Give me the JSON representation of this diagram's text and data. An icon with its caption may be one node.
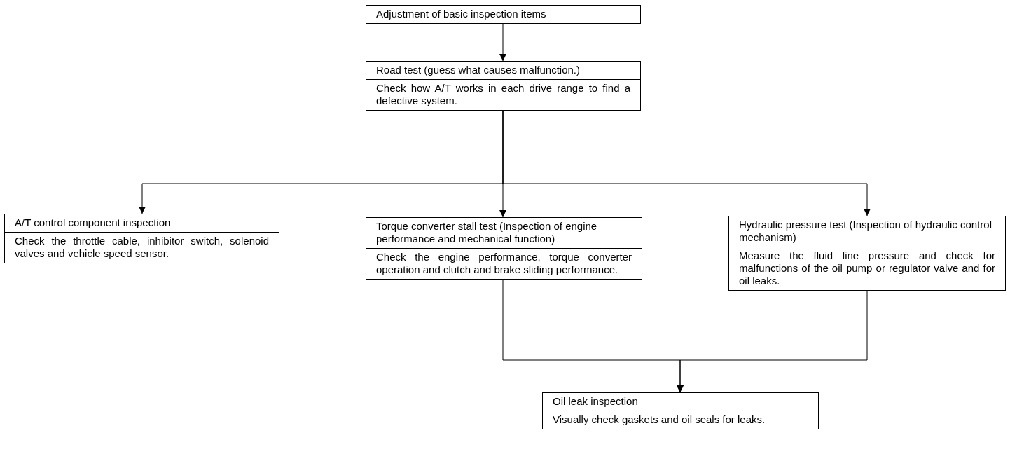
{
  "diagram": {
    "nodes": [
      {
        "text": [
          "Adjustment of basic inspection items"
        ]
      },
      {
        "text": [
          "Road test (guess what causes malfunction.)",
          "Check how A/T works in each drive range to find a defective system."
        ]
      },
      {
        "text": [
          "A/T control component inspection",
          "Check the throttle cable, inhibitor switch, solenoid valves and vehicle speed sensor."
        ]
      },
      {
        "text": [
          "Torque converter stall test (Inspection of engine performance and mechanical function)",
          "Check the engine performance, torque converter operation and clutch and brake sliding performance."
        ]
      },
      {
        "text": [
          "Hydraulic pressure test (Inspection of hydraulic control mechanism)",
          "Measure the fluid line pressure and check for malfunctions of the oil pump or regulator valve and for oil leaks."
        ]
      },
      {
        "text": [
          "Oil leak inspection",
          "Visually check gaskets and oil seals for leaks."
        ]
      }
    ],
    "edges": [
      {
        "from": 0,
        "to": 1,
        "arrow": "to"
      },
      {
        "from": 1,
        "to": 2,
        "arrow": "to"
      },
      {
        "from": 1,
        "to": 3,
        "arrow": "to"
      },
      {
        "from": 1,
        "to": 4,
        "arrow": "to"
      },
      {
        "from": 3,
        "to": 5,
        "arrow": "to"
      },
      {
        "from": 4,
        "to": 5,
        "arrow": "to"
      }
    ]
  }
}
